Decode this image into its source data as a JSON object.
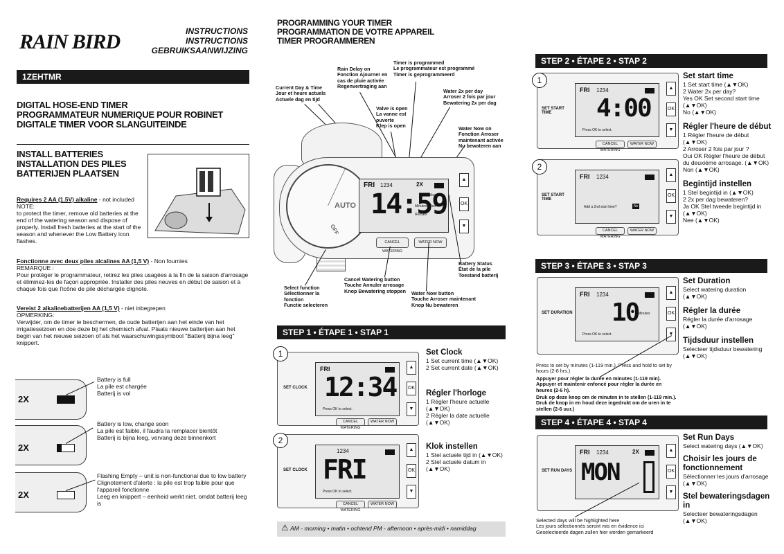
{
  "brand": {
    "name": "RAIN BIRD"
  },
  "header": {
    "instructions": [
      "INSTRUCTIONS",
      "INSTRUCTIONS",
      "GEBRUIKSAANWIJZING"
    ],
    "model": "1ZEHTMR",
    "product": [
      "DIGITAL HOSE-END TIMER",
      "PROGRAMMATEUR NUMERIQUE POUR ROBINET",
      "DIGITALE TIMER VOOR SLANGUITEINDE"
    ]
  },
  "install": {
    "title": [
      "INSTALL BATTERIES",
      "INSTALLATION DES PILES",
      "BATTERIJEN PLAATSEN"
    ],
    "en_req": "Requires 2 AA (1.5V) alkaline",
    "en_req_suffix": " - not included",
    "en_note_label": "NOTE:",
    "en_note": "to protect the timer, remove old batteries at the end of the watering season and dispose of properly. Install fresh batteries at the start of the season and whenever the Low Battery icon flashes.",
    "fr_req": "Fonctionne avec deux piles alcalines AA (1,5 V)",
    "fr_req_suffix": " - Non fournies",
    "fr_note_label": "REMARQUE :",
    "fr_note": "Pour protéger le programmateur, retirez les piles usagées à la fin de la saison d'arrosage et éliminez-les de façon appropriée. Installer des piles neuves en début de saison et à chaque fois que l'icône de pile déchargée clignote.",
    "nl_req": "Vereist 2 alkalinebatterijen AA (1,5 V)",
    "nl_req_suffix": " - niet inbegrepen",
    "nl_note_label": "OPMERKING:",
    "nl_note": "Verwijder, om de timer te beschermen, de oude batterijen aan het einde van het irrigatieseizoen en doe deze bij het chemisch afval. Plaats nieuwe batterijen aan het begin van het nieuwe seizoen of als het waarschuwingssymbool \"Batterij bijna leeg\" knippert."
  },
  "battery_states": [
    {
      "lines": [
        "Battery is full",
        "La pile est chargée",
        "Batterij is vol"
      ]
    },
    {
      "lines": [
        "Battery is low, change soon",
        "La pile est faible, il faudra la remplacer bientôt",
        "Batterij is bijna leeg, vervang deze binnenkort"
      ]
    },
    {
      "lines": [
        "Flashing Empty – unit is non-functional due to low battery",
        "Clignotement d'alerte : la pile est trop faible pour que l'appareil fonctionne",
        "Leeg en knippert – eenheid werkt niet, omdat batterij leeg is"
      ]
    }
  ],
  "battery_icon_label": "2X",
  "programming": {
    "title": [
      "PROGRAMMING YOUR TIMER",
      "PROGRAMMATION DE VOTRE APPAREIL",
      "TIMER PROGRAMMEREN"
    ],
    "callouts": {
      "current_day": [
        "Current Day & Time",
        "Jour et heure actuels",
        "Actuele dag en tijd"
      ],
      "rain_delay": [
        "Rain Delay on",
        "Fonction Ajourner en cas de pluie activée",
        "Regenvertraging aan"
      ],
      "timer_programmed": [
        "Timer is programmed",
        "Le programmateur est programmé",
        "Timer is geprogrammeerd"
      ],
      "valve_open": [
        "Valve is open",
        "La vanne est ouverte",
        "Klep is open"
      ],
      "water_2x": [
        "Water 2x per day",
        "Arroser 2 fois par jour",
        "Bewatering 2x per dag"
      ],
      "water_now_on": [
        "Water Now on",
        "Fonction Arroser maintenant activée",
        "Nu bewateren aan"
      ],
      "battery_status": [
        "Battery Status",
        "État de la pile",
        "Toestand batterij"
      ],
      "select_function": [
        "Select function",
        "Sélectionner la fonction",
        "Functie selecteren"
      ],
      "cancel_watering": [
        "Cancel Watering button",
        "Touche Annuler arrosage",
        "Knop Bewatering stoppen"
      ],
      "water_now_btn": [
        "Water Now button",
        "Touche Arroser maintenant",
        "Knop Nu bewateren"
      ]
    },
    "device": {
      "day": "FRI",
      "time_small": "1234",
      "time": "14:59",
      "auto": "AUTO",
      "off": "OFF",
      "minutes": "Minutes",
      "remain": "Remain",
      "mon": "Mon",
      "wed": "Wed",
      "ok": "OK",
      "cancel": "CANCEL WATERING",
      "waternow": "WATER NOW",
      "two_x": "2X"
    }
  },
  "step1": {
    "bar": "STEP 1 • ÉTAPE 1 • STAP 1",
    "lcd1": {
      "day": "FRI",
      "big": "12:34",
      "mode": "SET CLOCK",
      "hint": "Press OK to select."
    },
    "lcd2": {
      "small": "1234",
      "big": "FRI",
      "mode": "SET CLOCK",
      "hint": "Press OK to select."
    },
    "en_title": "Set Clock",
    "en_lines": [
      "1 Set current time (▲▼OK)",
      "2 Set current date (▲▼OK)"
    ],
    "fr_title": "Régler l'horloge",
    "fr_lines": [
      "1 Régler l'heure actuelle (▲▼OK)",
      "2 Régler la date actuelle (▲▼OK)"
    ],
    "nl_title": "Klok instellen",
    "nl_lines": [
      "1 Stel actuele tijd in (▲▼OK)",
      "2 Stel actuele datum in (▲▼OK)"
    ]
  },
  "legend": "AM - morning • matin • ochtend  PM - afternoon • après-midi • namiddag",
  "step2": {
    "bar": "STEP 2 • ÉTAPE 2 • STAP 2",
    "lcd1": {
      "day": "FRI",
      "small": "1234",
      "big": "4:00",
      "mode": "SET START TIME",
      "hint": "Press OK to select."
    },
    "lcd2": {
      "day": "FRI",
      "small": "1234",
      "mode": "SET START TIME",
      "hint": "Add a 2nd start time?",
      "no": "No"
    },
    "en_title": "Set start time",
    "en_lines": [
      "1 Set start time (▲▼OK)",
      "2 Water 2x per day?",
      "Yes OK Set second start time (▲▼OK)",
      "No (▲▼OK)"
    ],
    "fr_title": "Régler l'heure de début",
    "fr_lines": [
      "1 Régler l'heure de début (▲▼OK)",
      "2 Arroser 2 fois par jour ?",
      "Oui OK Régler l'heure de début du deuxième arrosage. (▲▼OK)",
      "Non (▲▼OK)"
    ],
    "nl_title": "Begintijd instellen",
    "nl_lines": [
      "1 Stel begintijd in (▲▼OK)",
      "2 2x per dag bewateren?",
      "Ja OK Stel tweede begintijd in (▲▼OK)",
      "Nee (▲▼OK)"
    ]
  },
  "step3": {
    "bar": "STEP 3 • ÉTAPE 3 • STAP 3",
    "lcd": {
      "day": "FRI",
      "small": "1234",
      "big": "10",
      "mode": "SET DURATION",
      "minutes": "Minutes",
      "hint": "Press OK to select."
    },
    "note_en": "Press to set by minutes (1-119 min.), Press and hold to set by hours (2-6 hrs.)",
    "note_fr": "Appuyer pour régler la durée en minutes (1-119 min). Appuyer et maintenir enfoncé pour régler la durée en heures (2-6 h).",
    "note_nl": "Druk op deze knop om de minuten in te stellen (1-119 min.). Druk de knop in en houd deze ingedrukt om de uren in te stellen (2-6 uur.)",
    "en_title": "Set Duration",
    "en_lines": [
      "Select watering duration (▲▼OK)"
    ],
    "fr_title": "Régler la durée",
    "fr_lines": [
      "Régler la durée d'arrosage (▲▼OK)"
    ],
    "nl_title": "Tijdsduur instellen",
    "nl_lines": [
      "Selecteer tijdsduur bewatering (▲▼OK)"
    ]
  },
  "step4": {
    "bar": "STEP 4 • ÉTAPE 4 • STAP 4",
    "lcd": {
      "day": "FRI",
      "small": "1234",
      "two_x": "2X",
      "big": "MON",
      "mode": "SET RUN DAYS"
    },
    "note": [
      "Selected days will be highlighted here",
      "Les jours sélectionnés seront mis en évidence ici",
      "Geselecteerde dagen zullen hier worden gemarkeerd"
    ],
    "en_title": "Set Run Days",
    "en_lines": [
      "Select watering days (▲▼OK)"
    ],
    "fr_title": "Choisir les jours de fonctionnement",
    "fr_lines": [
      "Sélectionner les jours d'arrosage (▲▼OK)"
    ],
    "nl_title": "Stel bewateringsdagen in",
    "nl_lines": [
      "Selecteer bewateringsdagen (▲▼OK)"
    ]
  }
}
